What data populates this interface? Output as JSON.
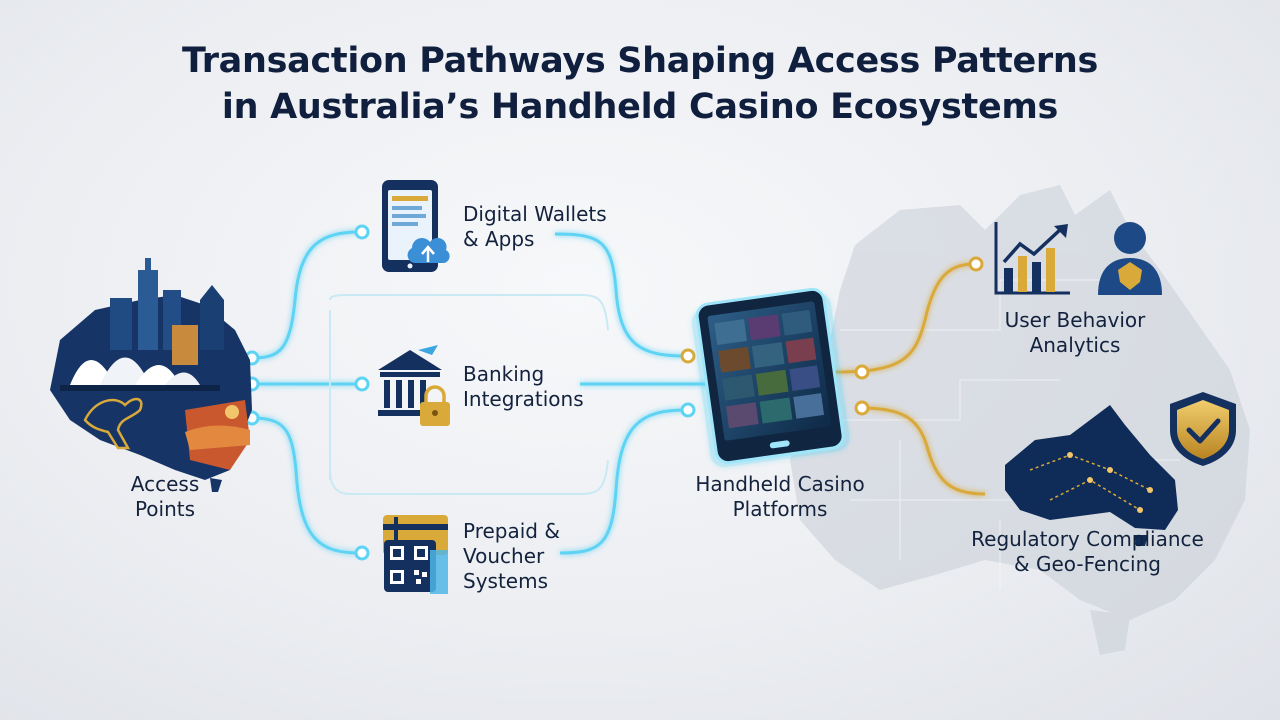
{
  "title": {
    "line1": "Transaction Pathways Shaping Access Patterns",
    "line2": "in Australia’s Handheld Casino Ecosystems"
  },
  "nodes": {
    "access_points": {
      "line1": "Access",
      "line2": "Points"
    },
    "digital_wallets": {
      "line1": "Digital Wallets",
      "line2": "& Apps"
    },
    "banking": {
      "line1": "Banking",
      "line2": "Integrations"
    },
    "prepaid": {
      "line1": "Prepaid &",
      "line2": "Voucher",
      "line3": "Systems"
    },
    "handheld": {
      "line1": "Handheld Casino",
      "line2": "Platforms"
    },
    "analytics": {
      "line1": "User Behavior",
      "line2": "Analytics"
    },
    "compliance": {
      "line1": "Regulatory Compliance",
      "line2": "& Geo-Fencing"
    }
  },
  "icons": {
    "access": "australia-skyline-icon",
    "wallet": "smartphone-cloud-icon",
    "bank": "bank-lock-icon",
    "voucher": "qr-voucher-icon",
    "tablet": "tablet-icon",
    "analytics": "bar-chart-icon",
    "user": "user-icon",
    "shield": "shield-check-icon",
    "map": "australia-map-icon"
  },
  "colors": {
    "navy": "#14305e",
    "cyan": "#5fd3f3",
    "gold": "#d9a93a",
    "text": "#13223d"
  }
}
